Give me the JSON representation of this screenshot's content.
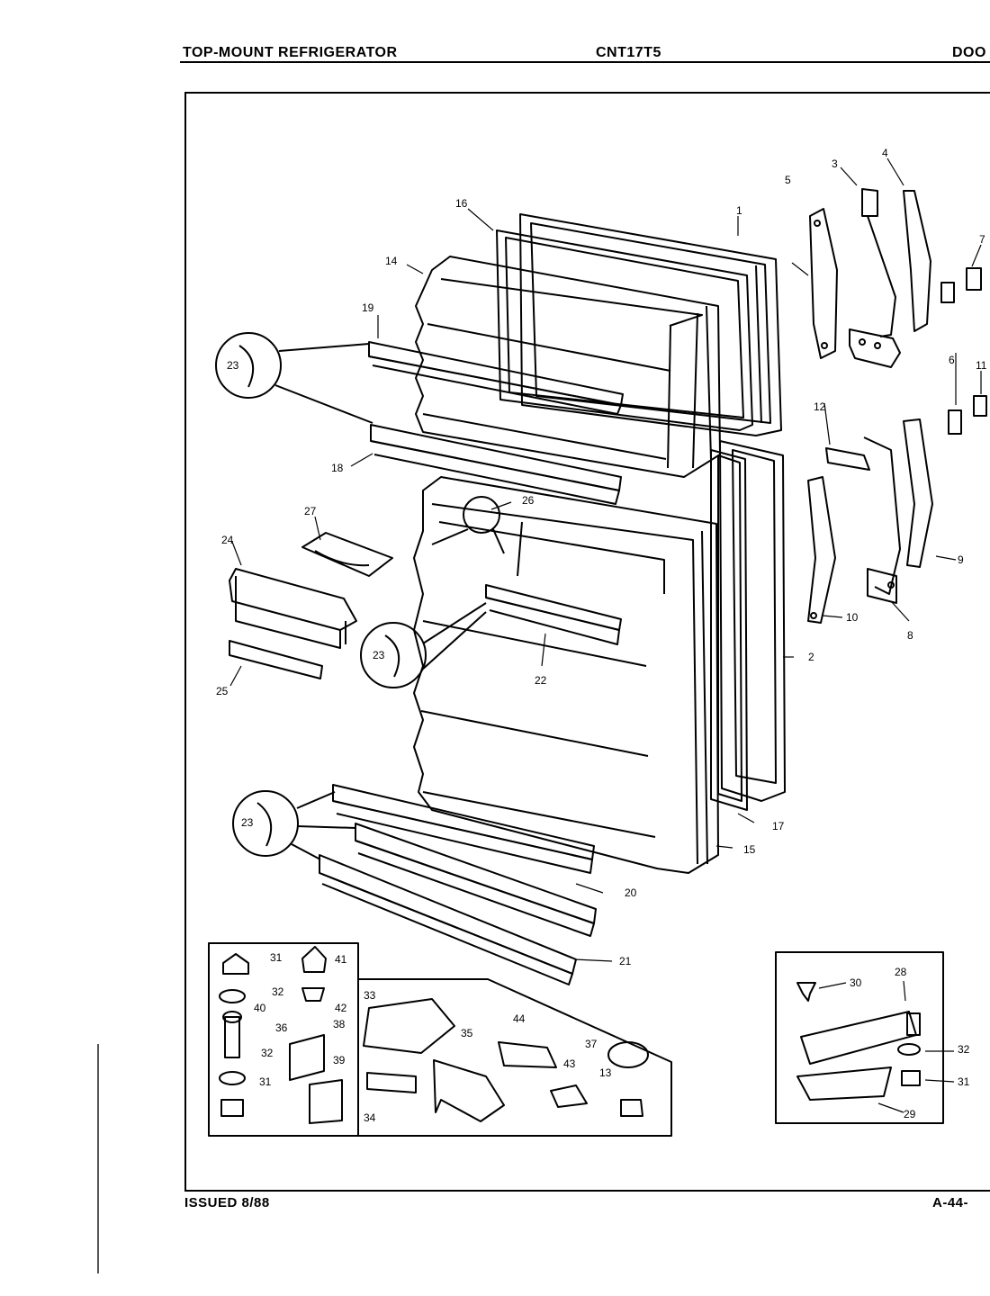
{
  "header": {
    "left_title": "TOP-MOUNT REFRIGERATOR",
    "model": "CNT17T5",
    "right_title": "DOO"
  },
  "footer": {
    "issued": "ISSUED 8/88",
    "page_code": "A-44-"
  },
  "callouts": {
    "c1": "1",
    "c2": "2",
    "c3": "3",
    "c4": "4",
    "c5": "5",
    "c6": "6",
    "c7": "7",
    "c8": "8",
    "c9": "9",
    "c10": "10",
    "c11": "11",
    "c12": "12",
    "c13": "13",
    "c14": "14",
    "c15": "15",
    "c16": "16",
    "c17": "17",
    "c18": "18",
    "c19": "19",
    "c20": "20",
    "c21": "21",
    "c22": "22",
    "c23": "23",
    "c24": "24",
    "c25": "25",
    "c26": "26",
    "c27": "27",
    "c28": "28",
    "c29": "29",
    "c30": "30",
    "c31": "31",
    "c32": "32",
    "c33": "33",
    "c34": "34",
    "c35": "35",
    "c36": "36",
    "c37": "37",
    "c38": "38",
    "c39": "39",
    "c40": "40",
    "c41": "41",
    "c42": "42",
    "c43": "43",
    "c44": "44"
  }
}
